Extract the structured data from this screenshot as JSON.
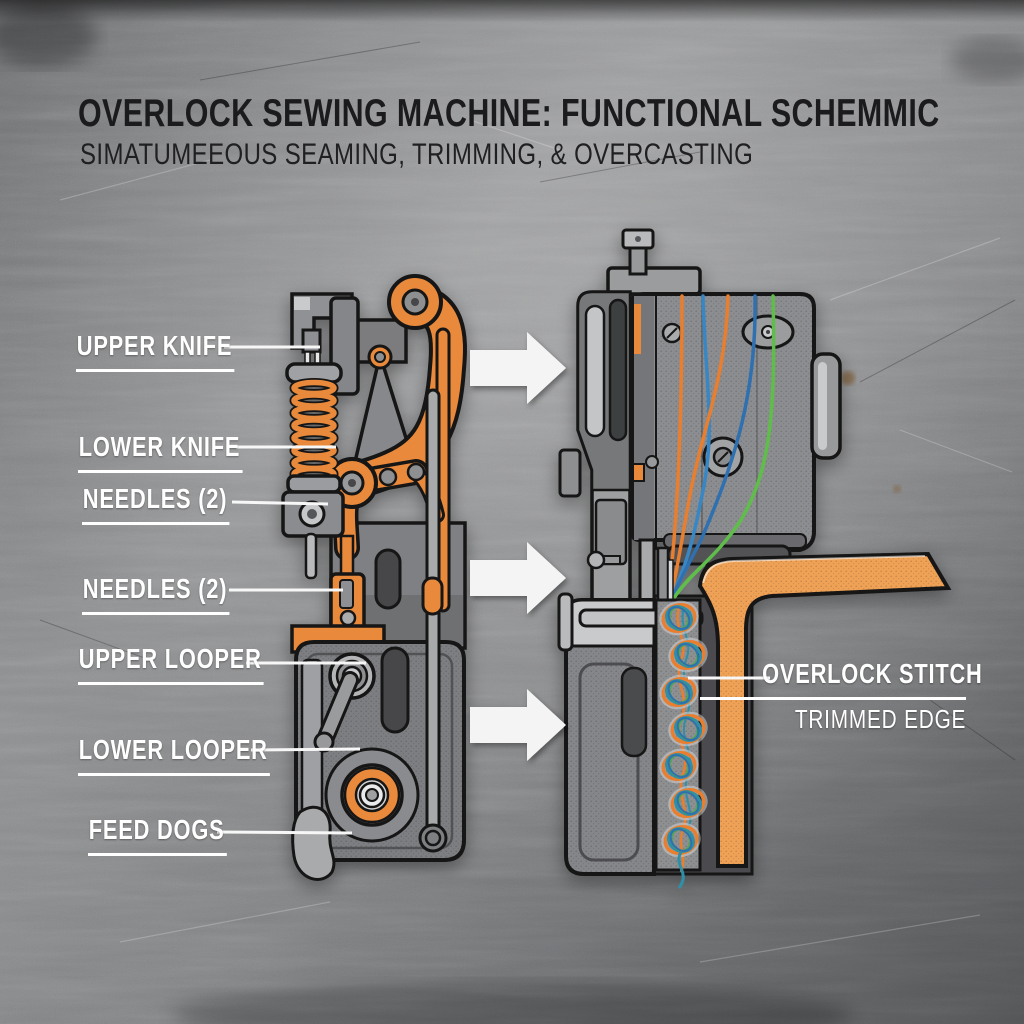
{
  "header": {
    "title": "OVERLOCK SEWING MACHINE: FUNCTIONAL SCHEMMIC",
    "subtitle": "SIMATUMEEOUS SEAMING, TRIMMING, & OVERCASTING"
  },
  "left_diagram": {
    "name": "mechanism-cutaway",
    "labels": [
      {
        "text": "UPPER KNIFE"
      },
      {
        "text": "LOWER KNIFE"
      },
      {
        "text": "NEEDLES (2)"
      },
      {
        "text": "NEEDLES (2)"
      },
      {
        "text": "UPPER LOOPER"
      },
      {
        "text": "LOWER LOOPER"
      },
      {
        "text": "FEED DOGS"
      }
    ]
  },
  "right_diagram": {
    "name": "machine-side-view",
    "labels": [
      {
        "text": "OVERLOCK STITCH"
      },
      {
        "text": "TRIMMED EDGE"
      }
    ]
  },
  "arrows": {
    "icon": "arrow-right-icon",
    "count": 3
  },
  "colors": {
    "accent_orange": "#E8893B",
    "fabric_orange": "#EFA257",
    "thread_orange": "#E87E2E",
    "thread_blue": "#3787C4",
    "thread_dark_blue": "#2F6FB0",
    "thread_green": "#5FBE4A",
    "thread_teal": "#2E8FA8",
    "label_white": "#FFFFFF",
    "ink_outline": "#141414"
  }
}
